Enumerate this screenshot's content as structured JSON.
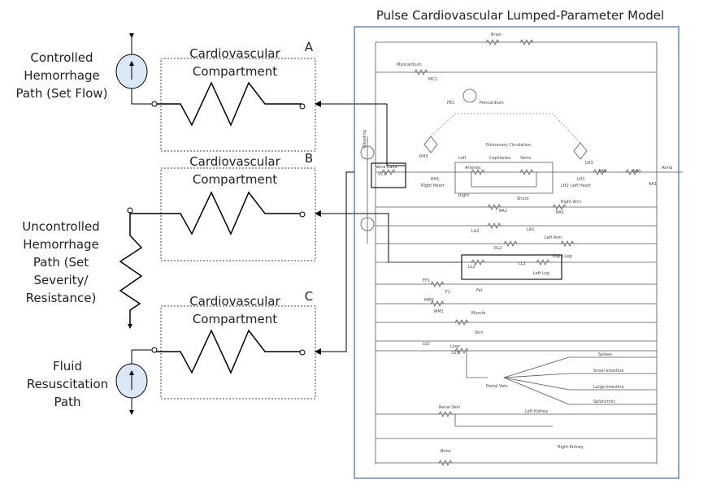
{
  "title": "Pulse Cardiovascular Lumped-Parameter Model",
  "left": {
    "controlled_path": "Controlled Hemorrhage Path (Set Flow)",
    "uncontrolled_path": "Uncontrolled Hemorrhage Path (Set Severity/ Resistance)",
    "fluid_path": "Fluid Resuscitation Path",
    "compartments": [
      {
        "letter": "A",
        "label": "Cardiovascular Compartment"
      },
      {
        "letter": "B",
        "label": "Cardiovascular Compartment"
      },
      {
        "letter": "C",
        "label": "Cardiovascular Compartment"
      }
    ]
  },
  "circuit_labels": {
    "brain": "Brain",
    "myocardium": "Myocardium",
    "mc1": "MC1",
    "pericardium": "Pericardium",
    "pe1": "PE1",
    "pulmonary": "Pulmonary Circulation",
    "left": "Left",
    "right": "Right",
    "arteries": "Arteries",
    "capillaries": "Capillaries",
    "veins": "Veins",
    "shunt": "Shunt",
    "right_heart": "Right Heart",
    "left_heart": "Left Heart",
    "vena_cava": "Vena Cava",
    "vc1": "VC1",
    "aorta": "Aorta",
    "bleeding": "Bleeding",
    "right_arm": "Right Arm",
    "left_arm": "Left Arm",
    "right_leg": "Right Leg",
    "left_leg": "Left Leg",
    "fat": "Fat",
    "muscle": "Muscle",
    "skin": "Skin",
    "liver": "Liver",
    "portal_vein": "Portal Vein",
    "spleen": "Spleen",
    "small_intestine": "Small Intestine",
    "large_intestine": "Large Intestine",
    "splanchnic": "Splanchnic",
    "renal_vein": "Renal Vein",
    "left_kidney": "Left Kidney",
    "right_kidney": "Right Kidney",
    "bone": "Bone",
    "ra1": "RA1",
    "ra2": "RA2",
    "rh1": "RH1",
    "rh3": "RH3",
    "lh1": "LH1",
    "lh2": "LH2",
    "lh3": "LH3",
    "aa1": "AA1",
    "aa2": "AA2",
    "aa3": "AA3",
    "la1": "LA1",
    "la2": "LA2",
    "rl2": "RL2",
    "ll1": "LL1",
    "ll2": "LL2",
    "f1": "F1",
    "ff1": "FF1",
    "mm1": "MM1",
    "mm2": "MM2",
    "lv2": "LV2",
    "lv1": "LV1"
  }
}
